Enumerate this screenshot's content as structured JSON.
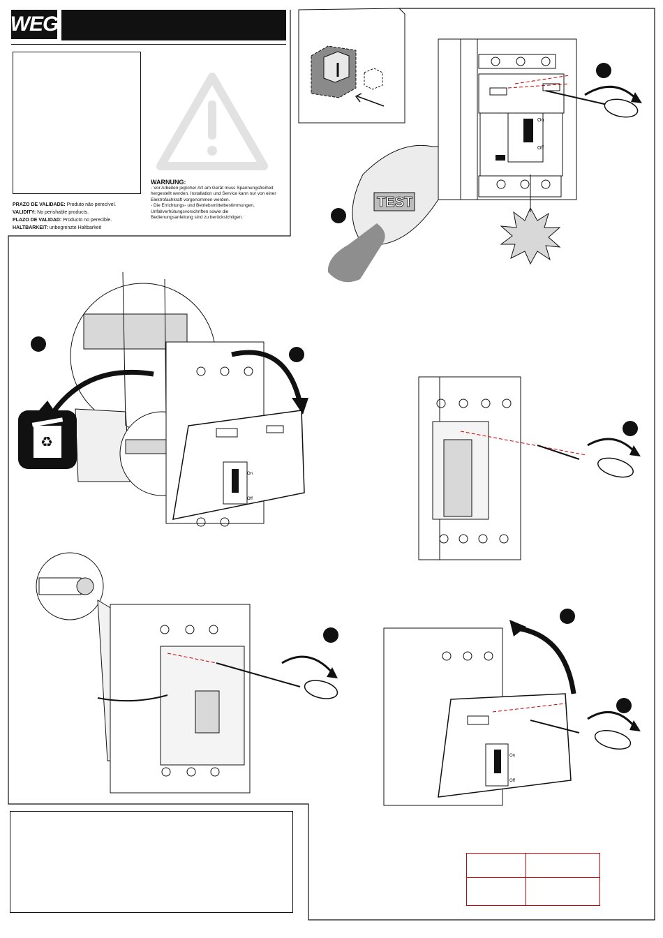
{
  "header": {
    "logo_text": "WEG"
  },
  "validity": [
    {
      "label": "PRAZO DE VALIDADE:",
      "text": " Produto não perecível."
    },
    {
      "label": "VALIDITY:",
      "text": " No perishable products."
    },
    {
      "label": "PLAZO DE VALIDAD:",
      "text": " Producto no perecible."
    },
    {
      "label": "HALTBARKEIT:",
      "text": " unbegrenzte Haltbarkeit"
    }
  ],
  "warning": {
    "title": "WARNUNG:",
    "lines": [
      "- Vor Arbeiten jeglicher Art am Gerät muss Spannungsfreiheit",
      "hergestellt werden. Installation und Service kann nur von einer",
      "Elektrofachkraft vorgenommen werden.",
      "- Die Errichtungs- und Betriebsmittelbestimmungen,",
      "Unfallverhütungsvorschriften sowie die",
      "Bedienungsanleitung sind zu berücksichtigen."
    ]
  },
  "test_button_label": "TEST",
  "switch_labels": {
    "on": "On",
    "off": "Off"
  },
  "colors": {
    "ink": "#111111",
    "accent_red": "#cc0000",
    "light_gray": "#d8d8d8",
    "warning_gray": "#e2e2e2"
  }
}
